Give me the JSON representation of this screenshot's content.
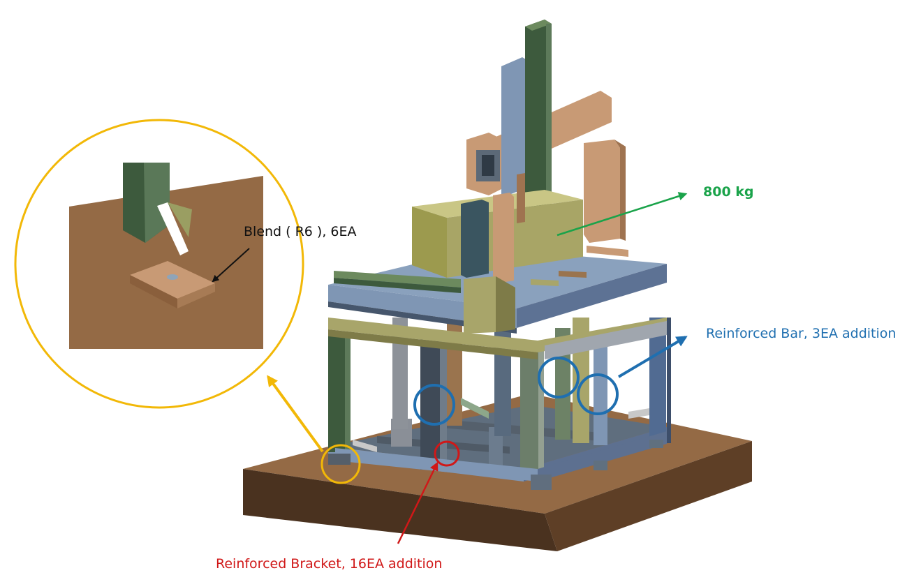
{
  "labels": {
    "load": "800 kg",
    "reinforced_bar": "Reinforced Bar, 3EA addition",
    "reinforced_bracket": "Reinforced Bracket, 16EA addition",
    "blend": "Blend ( R6 ), 6EA"
  },
  "colors": {
    "load_label": "#1aa34a",
    "bar_label": "#1f6fb0",
    "bracket_label": "#d01818",
    "blend_label": "#111111",
    "detail_circle": "#f2b807",
    "base_top": "#946a45",
    "base_side": "#4a321f",
    "steel_blue": "#7f96b4",
    "beam_olive": "#a8a56a",
    "column_green": "#3d5a3d",
    "wood_tan": "#c89a75",
    "mass_block": "#9c9a4e"
  }
}
